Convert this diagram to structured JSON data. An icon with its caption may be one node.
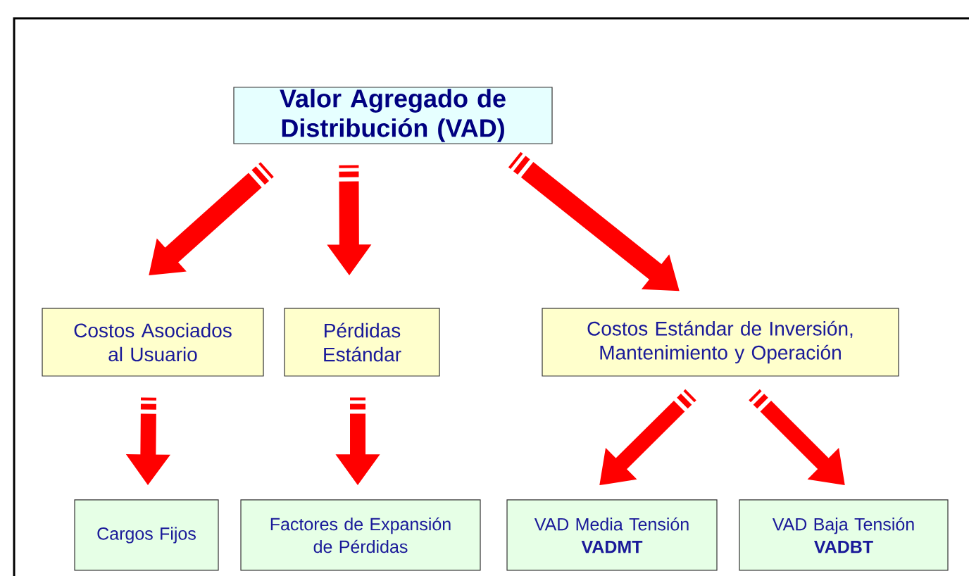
{
  "diagram": {
    "nodes": [
      {
        "text": [
          "Valor Agregado de Distribución (VAD)"
        ]
      },
      {
        "text": [
          "Costos Asociados al Usuario"
        ]
      },
      {
        "text": [
          "Pérdidas Estándar"
        ]
      },
      {
        "text": [
          "Costos Estándar de Inversión, Mantenimiento y Operación"
        ]
      },
      {
        "text": [
          "Cargos Fijos"
        ]
      },
      {
        "text": [
          "Factores de Expansión de Pérdidas"
        ]
      },
      {
        "text": [
          "VAD Media Tensión",
          "VADMT"
        ]
      },
      {
        "text": [
          "VAD Baja Tensión",
          "VADBT"
        ]
      }
    ],
    "edges": [
      {
        "from": 0,
        "to": 1,
        "arrow": "to"
      },
      {
        "from": 0,
        "to": 2,
        "arrow": "to"
      },
      {
        "from": 0,
        "to": 3,
        "arrow": "to"
      },
      {
        "from": 1,
        "to": 4,
        "arrow": "to"
      },
      {
        "from": 2,
        "to": 5,
        "arrow": "to"
      },
      {
        "from": 3,
        "to": 6,
        "arrow": "to"
      },
      {
        "from": 3,
        "to": 7,
        "arrow": "to"
      }
    ]
  }
}
